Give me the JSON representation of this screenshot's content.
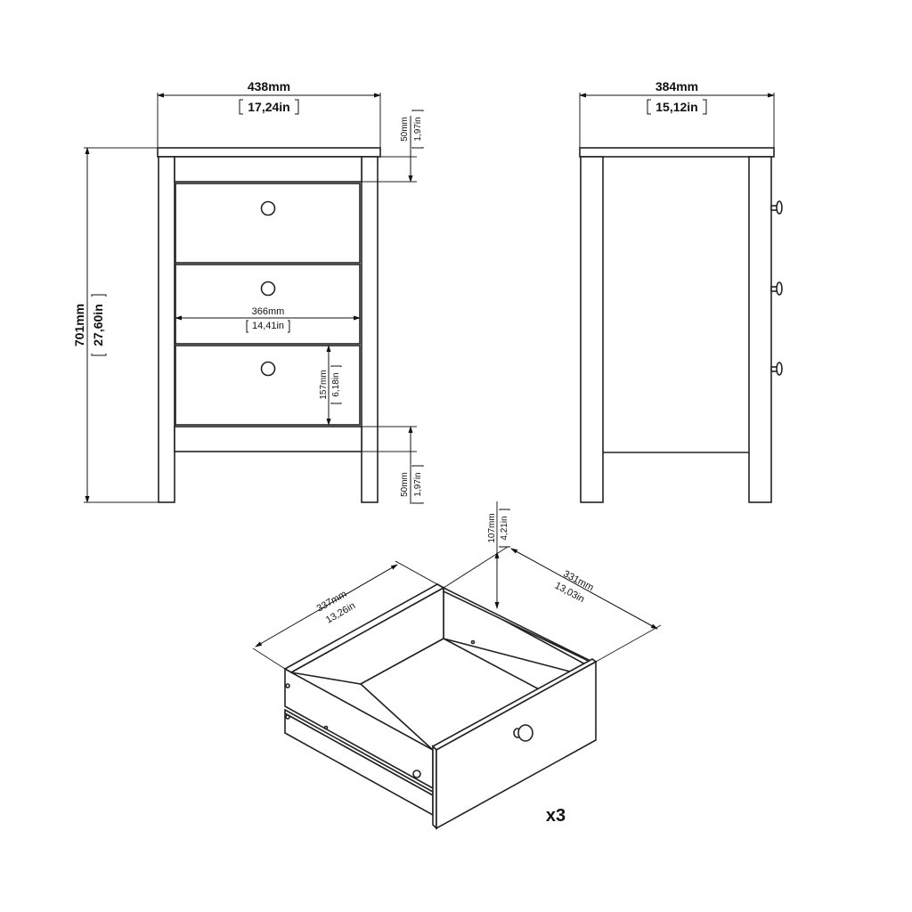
{
  "front_view": {
    "width_mm": "438mm",
    "width_in": "17,24in",
    "height_mm": "701mm",
    "height_in": "27,60in",
    "top_gap_mm": "50mm",
    "top_gap_in": "1,97in",
    "bottom_gap_mm": "50mm",
    "bottom_gap_in": "1,97in",
    "inner_width_mm": "366mm",
    "inner_width_in": "14,41in",
    "drawer_height_mm": "157mm",
    "drawer_height_in": "6,18in",
    "drawer_count": 3
  },
  "side_view": {
    "depth_mm": "384mm",
    "depth_in": "15,12in",
    "knob_count": 3
  },
  "drawer_detail": {
    "width_mm": "337mm",
    "width_in": "13,26in",
    "depth_mm": "331mm",
    "depth_in": "13,03in",
    "height_mm": "107mm",
    "height_in": "4,21in",
    "quantity_label": "x3"
  },
  "colors": {
    "line": "#222222",
    "background": "#ffffff"
  }
}
